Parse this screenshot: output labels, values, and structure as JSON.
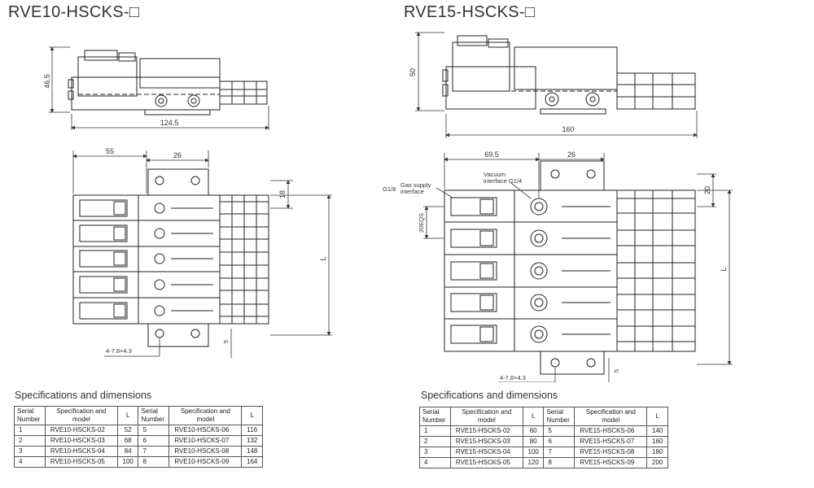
{
  "left": {
    "title": "RVE10-HSCKS-□",
    "dims": {
      "height": "46.5",
      "length": "124.5",
      "d55": "55",
      "d26": "26",
      "d18": "18",
      "L": "L",
      "holes": "4-7.8×4.3",
      "d5": "5"
    },
    "spec_title": "Specifications and dimensions",
    "table": {
      "headers": [
        "Serial Number",
        "Specification and model",
        "L",
        "Serial Number",
        "Specification and model",
        "L"
      ],
      "rows": [
        [
          "1",
          "RVE10-HSCKS-02",
          "52",
          "5",
          "RVE10-HSCKS-06",
          "116"
        ],
        [
          "2",
          "RVE10-HSCKS-03",
          "68",
          "6",
          "RVE10-HSCKS-07",
          "132"
        ],
        [
          "3",
          "RVE10-HSCKS-04",
          "84",
          "7",
          "RVE10-HSCKS-08",
          "148"
        ],
        [
          "4",
          "RVE10-HSCKS-05",
          "100",
          "8",
          "RVE10-HSCKS-09",
          "164"
        ]
      ]
    }
  },
  "right": {
    "title": "RVE15-HSCKS-□",
    "dims": {
      "height": "50",
      "length": "160",
      "d69": "69.5",
      "d26": "26",
      "d20": "20",
      "L": "L",
      "pitch": "20EQS",
      "holes": "4-7.8×4.3",
      "d5": "5",
      "g18": "G1/8",
      "gas1": "Gas supply",
      "gas2": "interface",
      "vac1": "Vacuum",
      "vac2": "interface G1/4"
    },
    "spec_title": "Specifications and dimensions",
    "table": {
      "headers": [
        "Serial Number",
        "Specification and model",
        "L",
        "Serial Number",
        "Specification and model",
        "L"
      ],
      "rows": [
        [
          "1",
          "RVE15-HSCKS-02",
          "60",
          "5",
          "RVE15-HSCKS-06",
          "140"
        ],
        [
          "2",
          "RVE15-HSCKS-03",
          "80",
          "6",
          "RVE15-HSCKS-07",
          "160"
        ],
        [
          "3",
          "RVE15-HSCKS-04",
          "100",
          "7",
          "RVE15-HSCKS-08",
          "180"
        ],
        [
          "4",
          "RVE15-HSCKS-05",
          "120",
          "8",
          "RVE15-HSCKS-09",
          "200"
        ]
      ]
    }
  }
}
